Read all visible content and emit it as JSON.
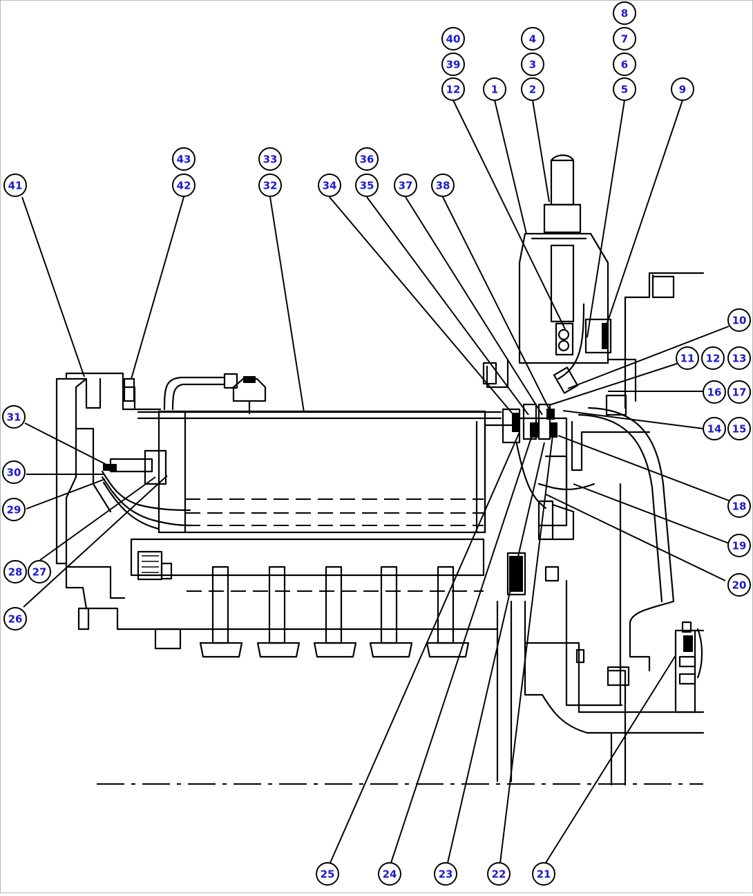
{
  "diagram": {
    "balloons": [
      {
        "id": "b8",
        "label": "8"
      },
      {
        "id": "b40",
        "label": "40"
      },
      {
        "id": "b4",
        "label": "4"
      },
      {
        "id": "b7",
        "label": "7"
      },
      {
        "id": "b39",
        "label": "39"
      },
      {
        "id": "b3",
        "label": "3"
      },
      {
        "id": "b6",
        "label": "6"
      },
      {
        "id": "b12a",
        "label": "12"
      },
      {
        "id": "b1",
        "label": "1"
      },
      {
        "id": "b2",
        "label": "2"
      },
      {
        "id": "b5",
        "label": "5"
      },
      {
        "id": "b9",
        "label": "9"
      },
      {
        "id": "b43",
        "label": "43"
      },
      {
        "id": "b33",
        "label": "33"
      },
      {
        "id": "b36",
        "label": "36"
      },
      {
        "id": "b41",
        "label": "41"
      },
      {
        "id": "b42",
        "label": "42"
      },
      {
        "id": "b32",
        "label": "32"
      },
      {
        "id": "b34",
        "label": "34"
      },
      {
        "id": "b35",
        "label": "35"
      },
      {
        "id": "b37",
        "label": "37"
      },
      {
        "id": "b38",
        "label": "38"
      },
      {
        "id": "b10",
        "label": "10"
      },
      {
        "id": "b11",
        "label": "11"
      },
      {
        "id": "b12b",
        "label": "12"
      },
      {
        "id": "b13",
        "label": "13"
      },
      {
        "id": "b16",
        "label": "16"
      },
      {
        "id": "b17",
        "label": "17"
      },
      {
        "id": "b14",
        "label": "14"
      },
      {
        "id": "b15",
        "label": "15"
      },
      {
        "id": "b31",
        "label": "31"
      },
      {
        "id": "b30",
        "label": "30"
      },
      {
        "id": "b29",
        "label": "29"
      },
      {
        "id": "b18",
        "label": "18"
      },
      {
        "id": "b19",
        "label": "19"
      },
      {
        "id": "b28",
        "label": "28"
      },
      {
        "id": "b27",
        "label": "27"
      },
      {
        "id": "b20",
        "label": "20"
      },
      {
        "id": "b26",
        "label": "26"
      },
      {
        "id": "b25",
        "label": "25"
      },
      {
        "id": "b24",
        "label": "24"
      },
      {
        "id": "b23",
        "label": "23"
      },
      {
        "id": "b22",
        "label": "22"
      },
      {
        "id": "b21",
        "label": "21"
      }
    ],
    "colors": {
      "line": "#000000",
      "balloon_text": "#1a1acc",
      "background": "#ffffff"
    }
  }
}
